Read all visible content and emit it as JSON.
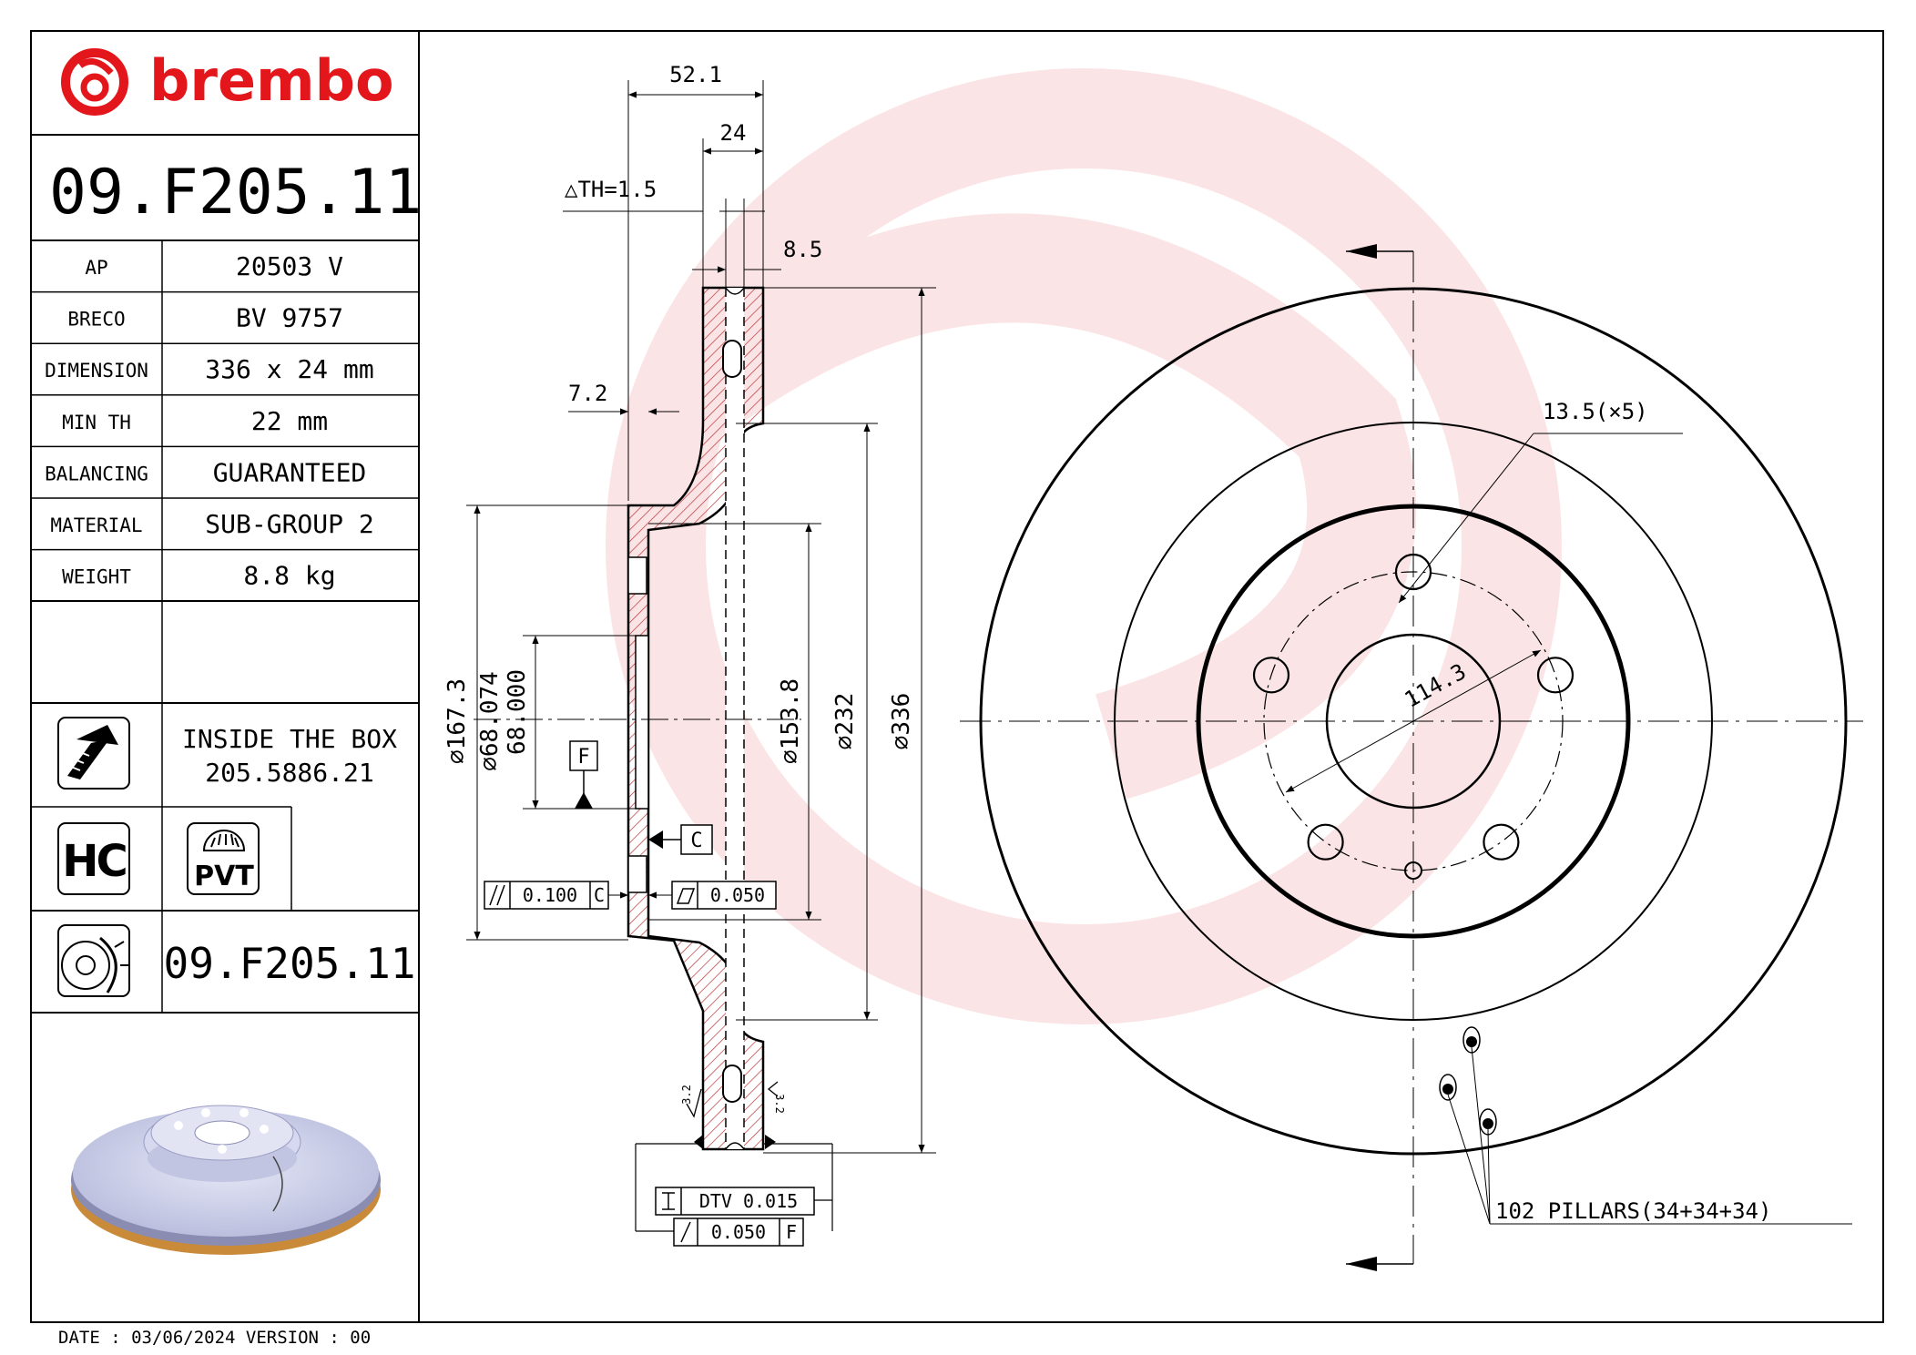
{
  "brand": {
    "name": "brembo",
    "color": "#e3161b"
  },
  "part_number": "09.F205.11",
  "specs": [
    {
      "label": "AP",
      "value": "20503 V"
    },
    {
      "label": "BRECO",
      "value": "BV 9757"
    },
    {
      "label": "DIMENSION",
      "value": "336 x 24 mm"
    },
    {
      "label": "MIN TH",
      "value": "22 mm"
    },
    {
      "label": "BALANCING",
      "value": "GUARANTEED"
    },
    {
      "label": "MATERIAL",
      "value": "SUB-GROUP 2"
    },
    {
      "label": "WEIGHT",
      "value": "8.8 kg"
    }
  ],
  "inside_box": {
    "line1": "INSIDE THE BOX",
    "line2": "205.5886.21"
  },
  "badges": {
    "hc": "HC",
    "pvt": "PVT"
  },
  "footer": "DATE : 03/06/2024 VERSION : 00",
  "icons": [
    "screw-icon",
    "hc-badge-icon",
    "pvt-badge-icon",
    "disc-profile-icon",
    "disc-render-image"
  ],
  "dimensions": {
    "overall_width": "52.1",
    "thickness": "24",
    "th_tolerance": "△TH=1.5",
    "vane_width": "8.5",
    "offset": "7.2",
    "d_167": "⌀167.3",
    "d_68_max": "⌀68.074",
    "d_68_min": "68.000",
    "d_153": "⌀153.8",
    "d_232": "⌀232",
    "d_336": "⌀336",
    "bolt_holes": "13.5(×5)",
    "pcd": "114.3",
    "pillars": "102 PILLARS(34+34+34)",
    "datum_f": "F",
    "datum_c": "C",
    "parallel_tol": "0.100",
    "parallel_ref": "C",
    "flat_tol": "0.050",
    "dtv": "DTV 0.015",
    "runout_tol": "0.050",
    "runout_ref": "F",
    "roughness": "3.2"
  }
}
